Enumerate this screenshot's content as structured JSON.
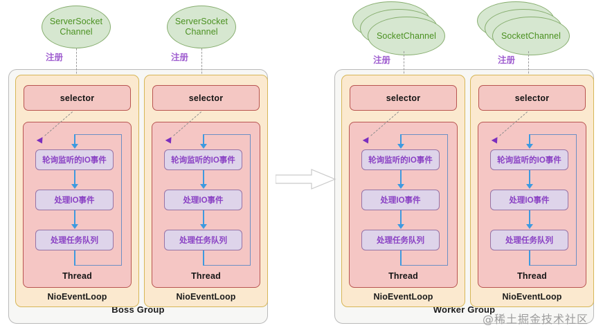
{
  "diagram": {
    "title": "Netty NioEventLoopGroup reactor model",
    "watermark": "@稀土掘金技术社区",
    "register_label": "注册",
    "colors": {
      "ellipse_fill": "#d6e7d0",
      "ellipse_stroke": "#86ad6e",
      "ellipse_text": "#4a9020",
      "group_fill": "#f7f7f5",
      "group_stroke": "#b9b9b9",
      "loop_fill": "#fbe9cf",
      "loop_stroke": "#d6b656",
      "selector_fill": "#f4c7c3",
      "selector_stroke": "#b85450",
      "thread_fill": "#f5c6c4",
      "step_fill": "#ded4ea",
      "step_stroke": "#9673a6",
      "step_text": "#8a42c4",
      "flow_arrow": "#3d9ae0",
      "register_arrow": "#7b2fbe",
      "register_label": "#a05fd0"
    }
  },
  "channels": [
    {
      "name": "ServerSocketChannel",
      "line1": "ServerSocket",
      "line2": "Channel",
      "stacked": false,
      "register": "注册"
    },
    {
      "name": "ServerSocketChannel",
      "line1": "ServerSocket",
      "line2": "Channel",
      "stacked": false,
      "register": "注册"
    },
    {
      "name": "SocketChannel",
      "line1": "SocketChannel",
      "line2": "",
      "stacked": true,
      "register": "注册"
    },
    {
      "name": "SocketChannel",
      "line1": "SocketChannel",
      "line2": "",
      "stacked": true,
      "register": "注册"
    }
  ],
  "groups": [
    {
      "label": "Boss Group",
      "event_loops": [
        {
          "label": "NioEventLoop",
          "selector": "selector",
          "thread": {
            "label": "Thread",
            "steps": [
              "轮询监听的IO事件",
              "处理IO事件",
              "处理任务队列"
            ]
          }
        },
        {
          "label": "NioEventLoop",
          "selector": "selector",
          "thread": {
            "label": "Thread",
            "steps": [
              "轮询监听的IO事件",
              "处理IO事件",
              "处理任务队列"
            ]
          }
        }
      ]
    },
    {
      "label": "Worker Group",
      "event_loops": [
        {
          "label": "NioEventLoop",
          "selector": "selector",
          "thread": {
            "label": "Thread",
            "steps": [
              "轮询监听的IO事件",
              "处理IO事件",
              "处理任务队列"
            ]
          }
        },
        {
          "label": "NioEventLoop",
          "selector": "selector",
          "thread": {
            "label": "Thread",
            "steps": [
              "轮询监听的IO事件",
              "处理IO事件",
              "处理任务队列"
            ]
          }
        }
      ]
    }
  ],
  "connector": {
    "name": "boss-to-worker-arrow",
    "direction": "right"
  }
}
